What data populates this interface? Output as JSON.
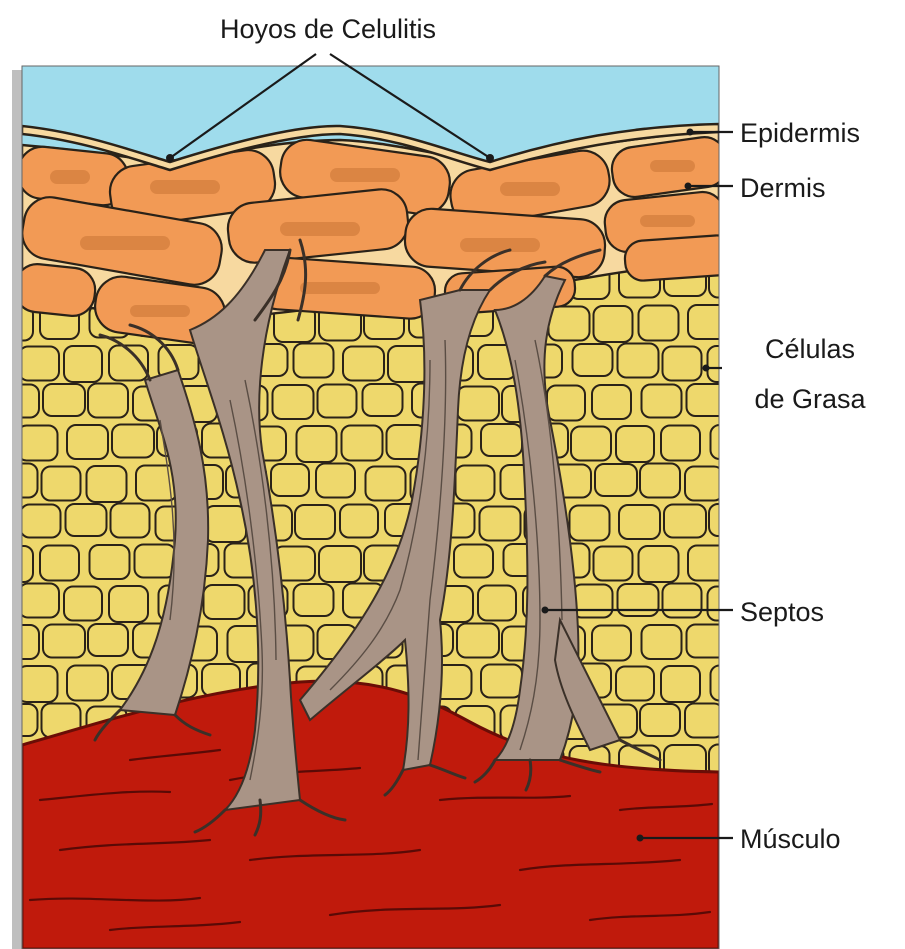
{
  "diagram": {
    "labels": {
      "title": "Hoyos de Celulitis",
      "epidermis": "Epidermis",
      "dermis": "Dermis",
      "fat_line1": "Células",
      "fat_line2": "de Grasa",
      "septa": "Septos",
      "muscle": "Músculo"
    },
    "colors": {
      "sky": "#9fdcec",
      "epidermis": "#f7d9a0",
      "dermis_cells": "#f29a55",
      "fat": "#eed86c",
      "septa": "#a99486",
      "muscle": "#c01a0c",
      "outline": "#2a2218"
    }
  }
}
